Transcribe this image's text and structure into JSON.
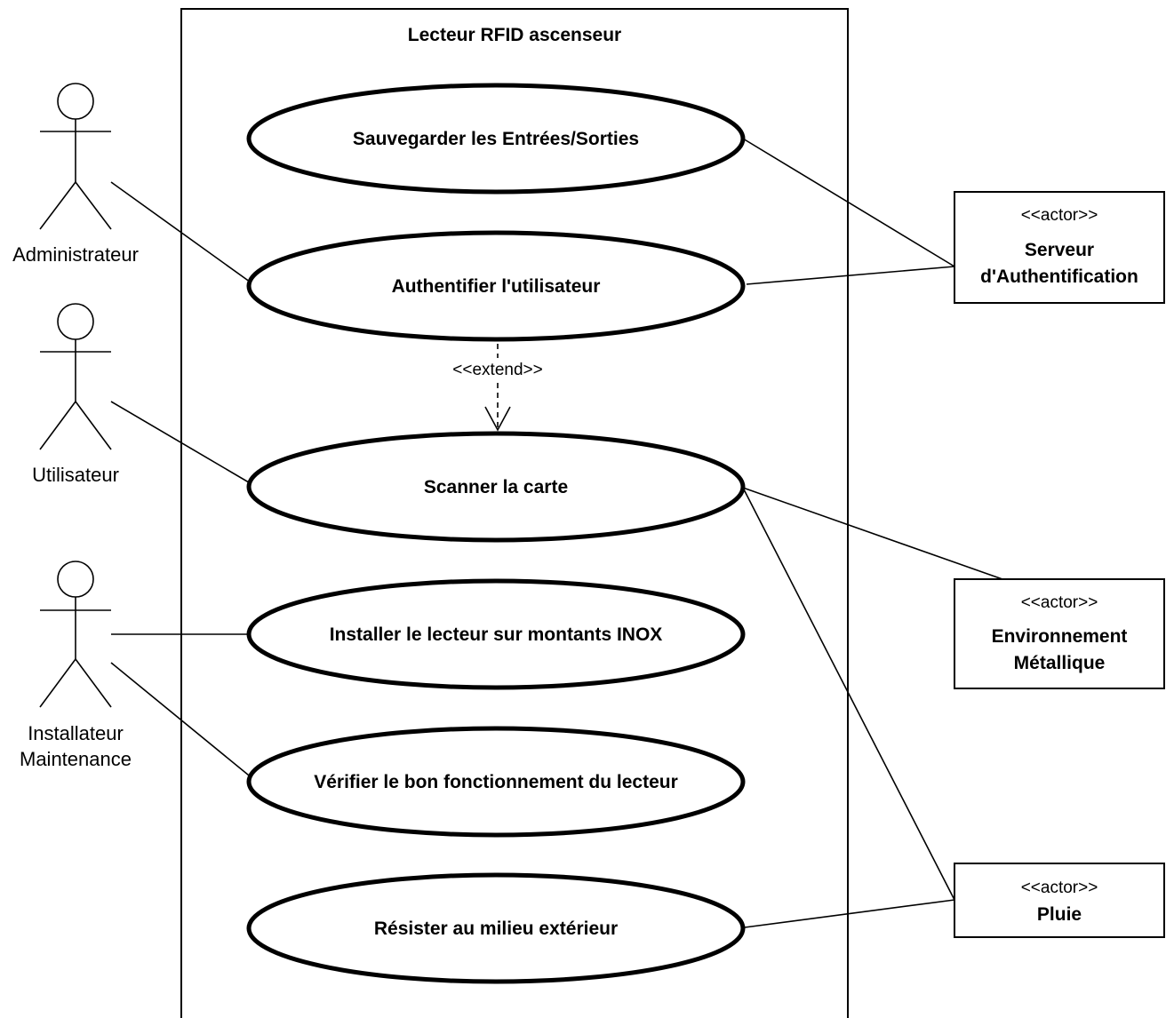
{
  "system": {
    "title": "Lecteur RFID ascenseur"
  },
  "actors": [
    {
      "id": "admin",
      "lines": [
        "Administrateur"
      ]
    },
    {
      "id": "user",
      "lines": [
        "Utilisateur"
      ]
    },
    {
      "id": "installer",
      "lines": [
        "Installateur",
        "Maintenance"
      ]
    }
  ],
  "use_cases": [
    {
      "id": "save",
      "label": "Sauvegarder les Entrées/Sorties"
    },
    {
      "id": "auth",
      "label": "Authentifier l'utilisateur"
    },
    {
      "id": "scan",
      "label": "Scanner la carte"
    },
    {
      "id": "install",
      "label": "Installer le lecteur sur montants INOX"
    },
    {
      "id": "verify",
      "label": "Vérifier le bon fonctionnement du lecteur"
    },
    {
      "id": "resist",
      "label": "Résister au milieu extérieur"
    }
  ],
  "external_actors": [
    {
      "id": "server",
      "stereotype": "<<actor>>",
      "lines": [
        "Serveur",
        "d'Authentification"
      ]
    },
    {
      "id": "metal",
      "stereotype": "<<actor>>",
      "lines": [
        "Environnement",
        "Métallique"
      ]
    },
    {
      "id": "rain",
      "stereotype": "<<actor>>",
      "lines": [
        "Pluie"
      ]
    }
  ],
  "relations": {
    "extend_label": "<<extend>>"
  }
}
